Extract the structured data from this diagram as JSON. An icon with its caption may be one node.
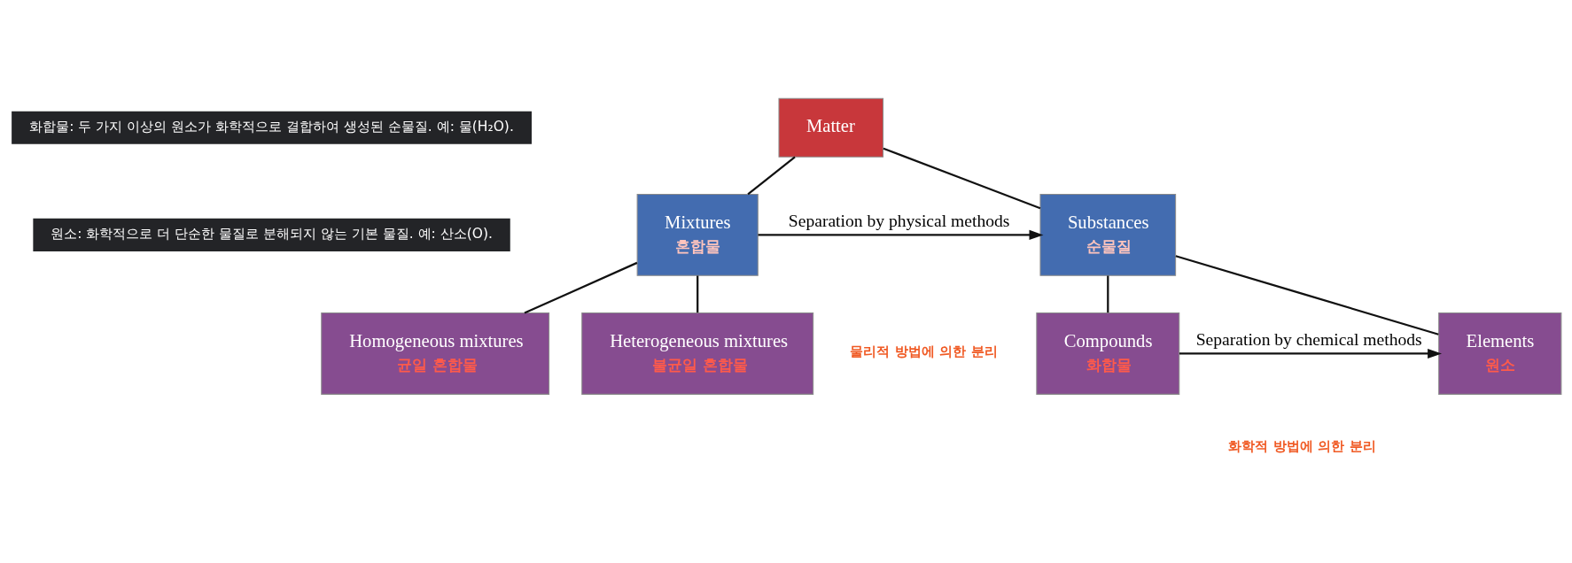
{
  "diagram": {
    "nodes": [
      {
        "text": [
          "Matter"
        ]
      },
      {
        "text": [
          "Mixtures",
          "혼합물"
        ]
      },
      {
        "text": [
          "Substances",
          "순물질"
        ]
      },
      {
        "text": [
          "Homogeneous mixtures",
          "균일 혼합물"
        ]
      },
      {
        "text": [
          "Heterogeneous mixtures",
          "불균일 혼합물"
        ]
      },
      {
        "text": [
          "Compounds",
          "화합물"
        ]
      },
      {
        "text": [
          "Elements",
          "원소"
        ]
      }
    ],
    "edges": [
      {
        "from": 0,
        "to": 1,
        "arrow": "none"
      },
      {
        "from": 0,
        "to": 2,
        "arrow": "none"
      },
      {
        "from": 1,
        "to": 2,
        "arrow": "to",
        "label": "Separation by physical methods"
      },
      {
        "from": 1,
        "to": 3,
        "arrow": "none"
      },
      {
        "from": 1,
        "to": 4,
        "arrow": "none"
      },
      {
        "from": 2,
        "to": 5,
        "arrow": "none"
      },
      {
        "from": 2,
        "to": 6,
        "arrow": "none"
      },
      {
        "from": 5,
        "to": 6,
        "arrow": "to",
        "label": "Separation by chemical methods"
      }
    ],
    "labels": [
      "화합물: 두 가지 이상의 원소가 화학적으로 결합하여 생성된 순물질. 예: 물(H₂O).",
      "원소: 화학적으로 더 단순한 물질로 분해되지 않는 기본 물질. 예: 산소(O).",
      "물리적 방법에 의한 분리",
      "화학적 방법에 의한 분리"
    ]
  }
}
